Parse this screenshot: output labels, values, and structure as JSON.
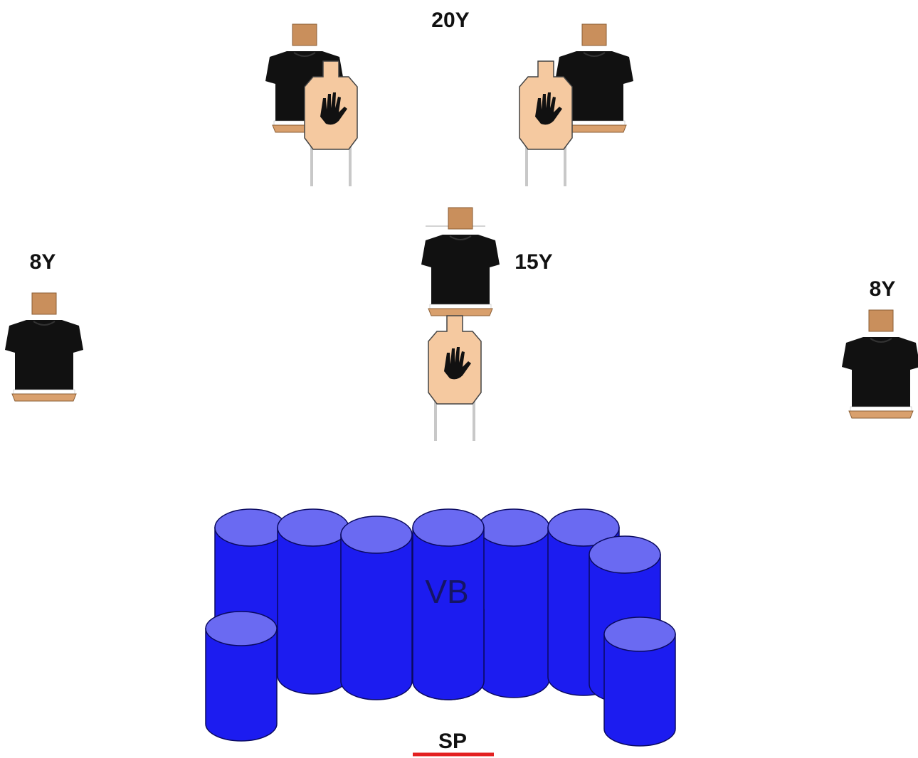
{
  "labels": {
    "d20": "20Y",
    "d15": "15Y",
    "d8_left": "8Y",
    "d8_right": "8Y",
    "vb": "VB",
    "sp": "SP"
  },
  "colors": {
    "shirt": "#111111",
    "skin": "#c98f5c",
    "base": "#d9a06d",
    "target": "#f5c9a0",
    "barrel_side": "#1c1cf0",
    "barrel_top": "#6a6af2",
    "stand": "#c8c8c8",
    "sp_line": "#e32020"
  },
  "icons": {
    "no_shoot_target": "hand-icon",
    "threat_target": "shirt-icon"
  }
}
